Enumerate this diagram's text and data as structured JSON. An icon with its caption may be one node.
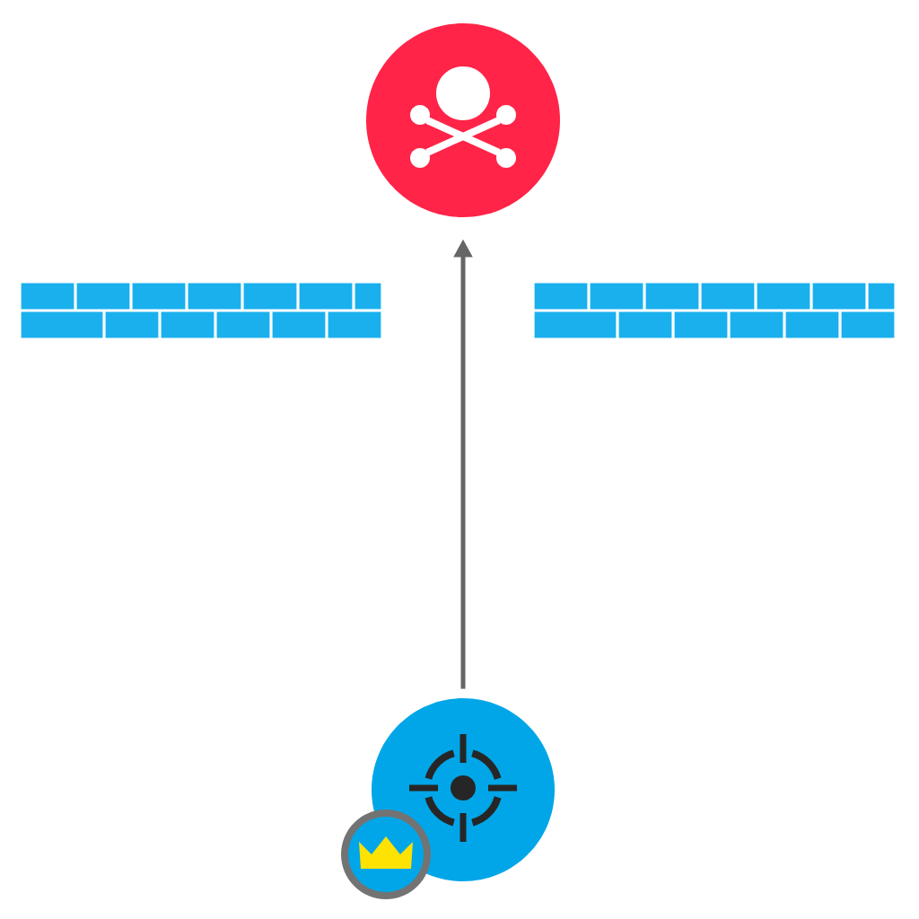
{
  "diagram": {
    "nodes": [
      {
        "text": [],
        "shape": "circle"
      },
      {
        "text": [],
        "shape": "circle"
      }
    ],
    "edges": [
      {
        "from": 1,
        "to": 0,
        "arrow": "to"
      }
    ]
  }
}
